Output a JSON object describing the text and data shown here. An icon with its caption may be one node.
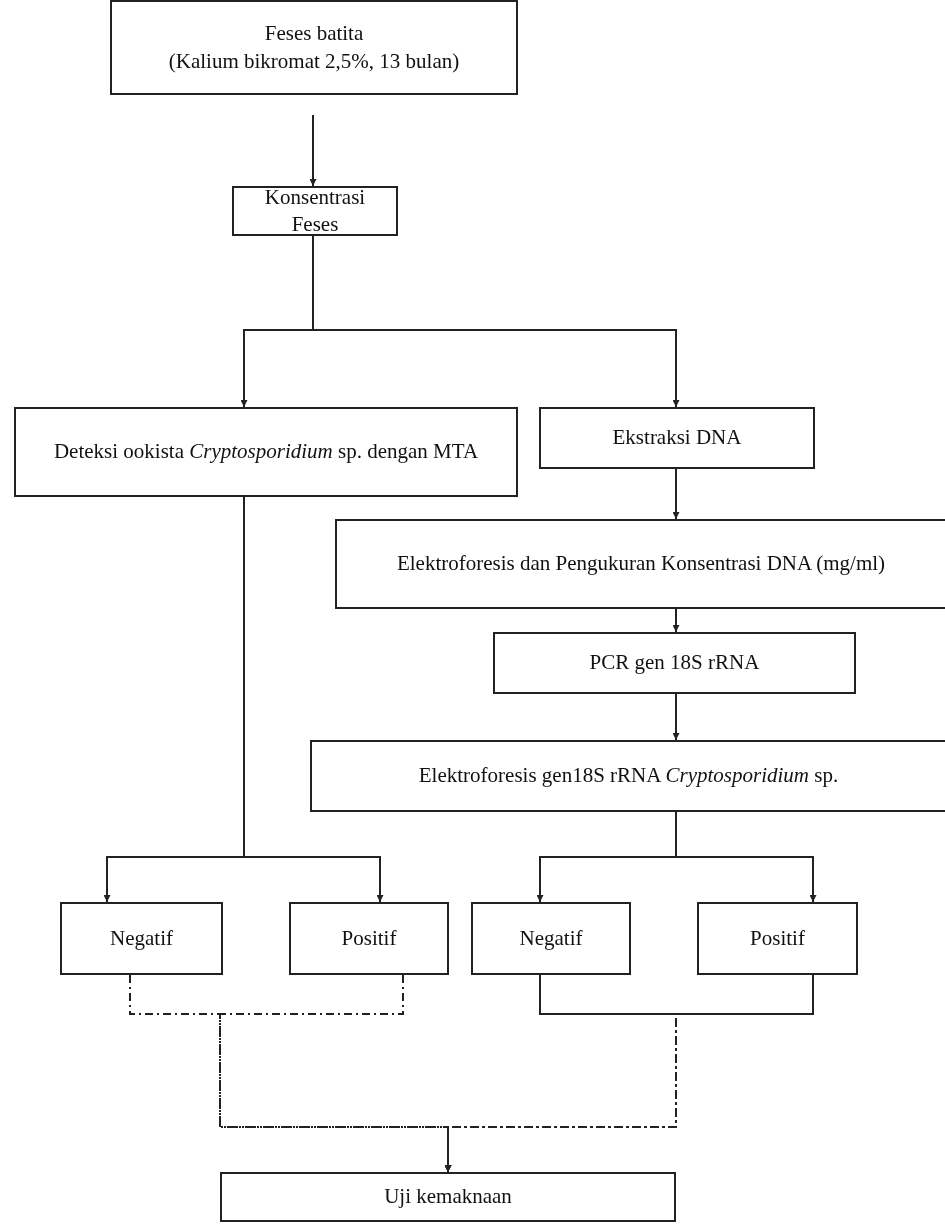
{
  "diagram": {
    "nodes": [
      {
        "text": [
          "Feses batita",
          "(Kalium bikromat 2,5%, 13 bulan)"
        ]
      },
      {
        "text": [
          "Konsentrasi Feses"
        ]
      },
      {
        "text": [
          "Deteksi ookista *Cryptosporidium* sp. dengan  MTA"
        ]
      },
      {
        "text": [
          "Ekstraksi DNA"
        ]
      },
      {
        "text": [
          "Elektroforesis dan Pengukuran Konsentrasi DNA (mg/ml)"
        ]
      },
      {
        "text": [
          "PCR gen 18S rRNA"
        ]
      },
      {
        "text": [
          "Elektroforesis gen18S rRNA *Cryptosporidium* sp."
        ]
      },
      {
        "text": [
          "Negatif"
        ]
      },
      {
        "text": [
          "Positif"
        ]
      },
      {
        "text": [
          "Negatif"
        ]
      },
      {
        "text": [
          "Positif"
        ]
      },
      {
        "text": [
          "Uji kemaknaan"
        ]
      }
    ],
    "edges": [
      {
        "from": 0,
        "to": 1,
        "arrow": "to"
      },
      {
        "from": 1,
        "to": 2,
        "arrow": "to"
      },
      {
        "from": 1,
        "to": 3,
        "arrow": "to"
      },
      {
        "from": 3,
        "to": 4,
        "arrow": "to"
      },
      {
        "from": 4,
        "to": 5,
        "arrow": "to"
      },
      {
        "from": 5,
        "to": 6,
        "arrow": "to"
      },
      {
        "from": 2,
        "to": 7,
        "arrow": "to"
      },
      {
        "from": 2,
        "to": 8,
        "arrow": "to"
      },
      {
        "from": 6,
        "to": 9,
        "arrow": "to"
      },
      {
        "from": 6,
        "to": 10,
        "arrow": "to"
      },
      {
        "from": 7,
        "to": 11,
        "arrow": "to",
        "style": "dashed"
      },
      {
        "from": 8,
        "to": 11,
        "arrow": "to",
        "style": "dashed"
      },
      {
        "from": 9,
        "to": 11,
        "arrow": "to",
        "style": "dashed"
      },
      {
        "from": 10,
        "to": 11,
        "arrow": "to",
        "style": "dashed"
      }
    ]
  }
}
